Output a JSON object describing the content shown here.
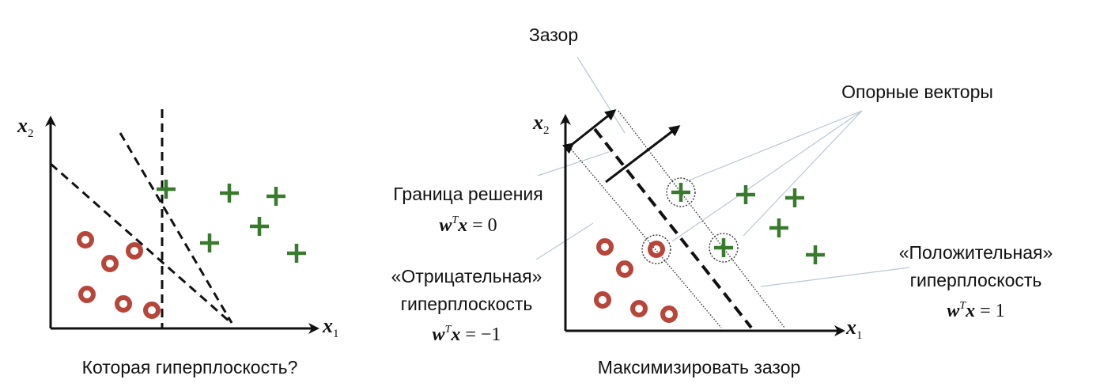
{
  "left_panel": {
    "axis_x": "x",
    "axis_x_sub": "1",
    "axis_y": "x",
    "axis_y_sub": "2",
    "caption": "Которая гиперплоскость?"
  },
  "right_panel": {
    "axis_x": "x",
    "axis_x_sub": "1",
    "axis_y": "x",
    "axis_y_sub": "2",
    "caption": "Максимизировать зазор",
    "margin_label": "Зазор",
    "support_vectors_label": "Опорные векторы",
    "decision_boundary_label": "Граница решения",
    "decision_boundary_eq": {
      "w": "w",
      "T": "T",
      "x": "x",
      "rhs": " = 0"
    },
    "negative_label_1": "«Отрицательная»",
    "negative_label_2": "гиперплоскость",
    "negative_eq": {
      "w": "w",
      "T": "T",
      "x": "x",
      "rhs": " = −1"
    },
    "positive_label_1": "«Положительная»",
    "positive_label_2": "гиперплоскость",
    "positive_eq": {
      "w": "w",
      "T": "T",
      "x": "x",
      "rhs": " = 1"
    }
  },
  "colors": {
    "negative_class": "#b8453a",
    "positive_class": "#3a7a2e",
    "axis": "#111111",
    "pointer_line": "#b9c7d6"
  },
  "icons": {
    "negative_marker": "red-circle-marker",
    "positive_marker": "green-plus-marker"
  }
}
